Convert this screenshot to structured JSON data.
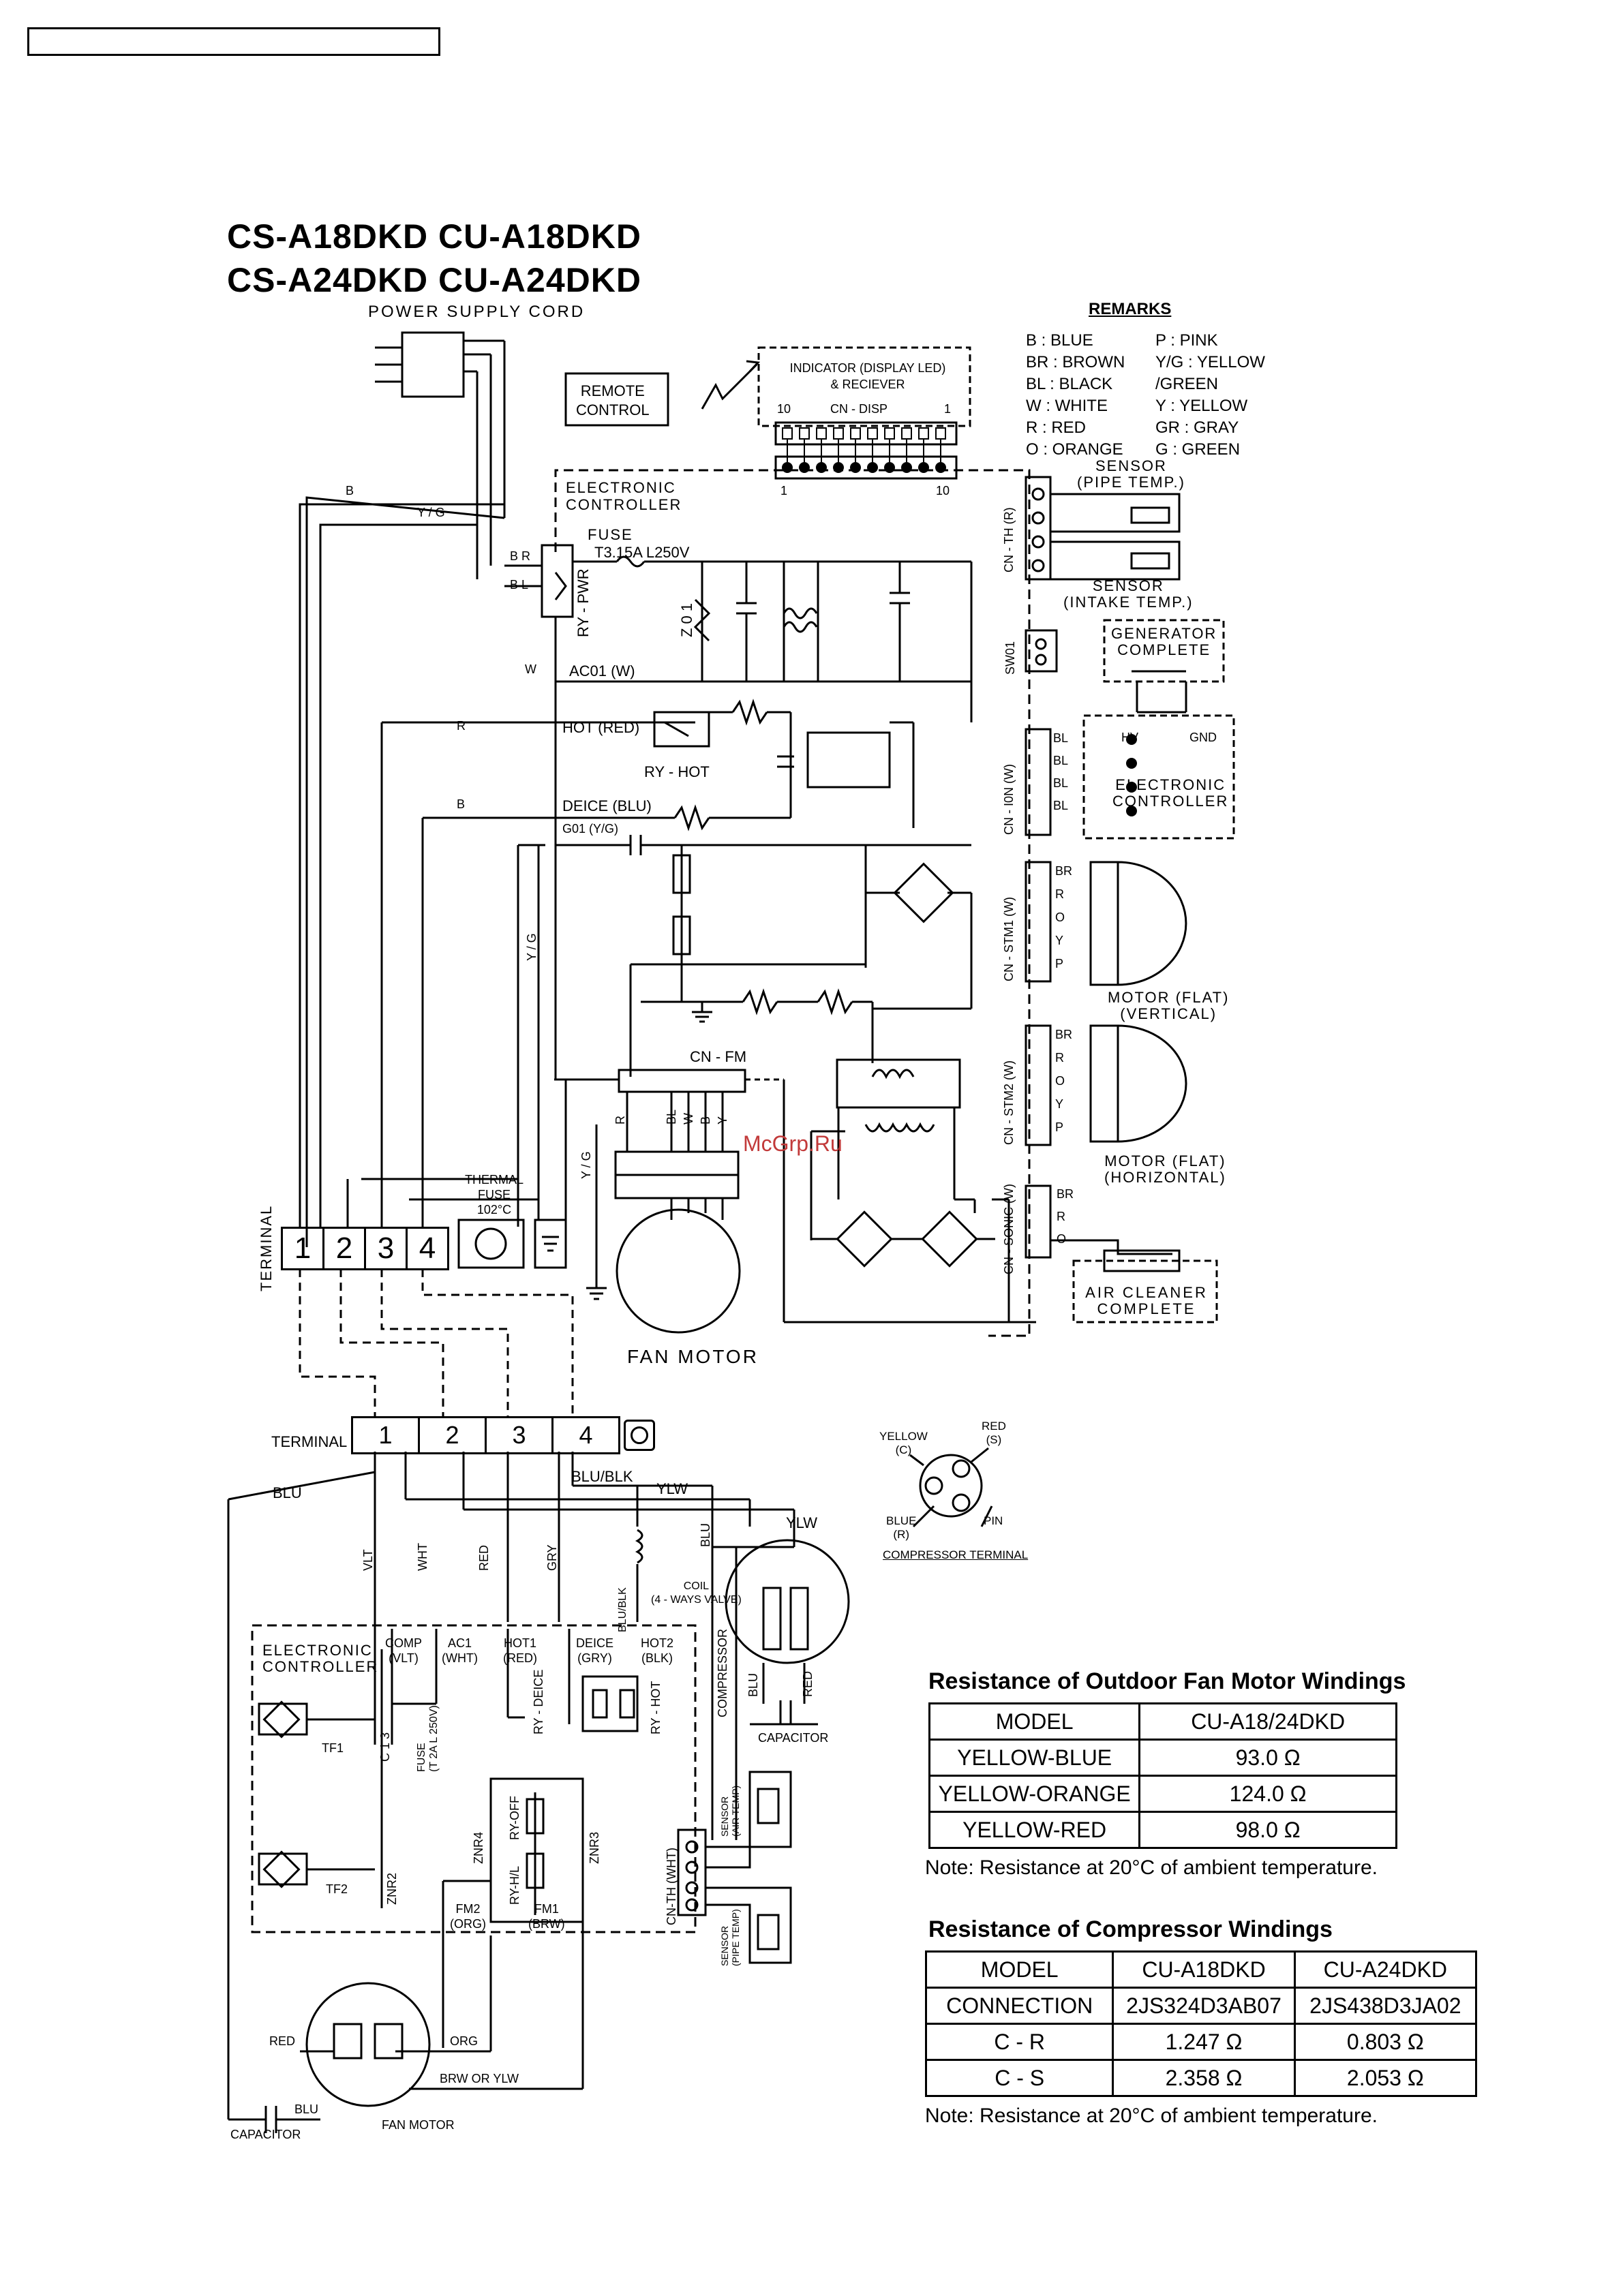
{
  "header": {
    "title_line1": "CS-A18DKD  CU-A18DKD",
    "title_line2": "CS-A24DKD  CU-A24DKD",
    "power_supply": "POWER  SUPPLY  CORD"
  },
  "remarks": {
    "title": "REMARKS",
    "left": [
      "B   : BLUE",
      "BR : BROWN",
      "BL  : BLACK",
      "W   : WHITE",
      "R    : RED",
      "O    : ORANGE"
    ],
    "right": [
      "P    : PINK",
      "Y/G : YELLOW",
      "       /GREEN",
      "Y    : YELLOW",
      "GR  : GRAY",
      "G    :  GREEN"
    ]
  },
  "indoor": {
    "remote_control": [
      "REMOTE",
      "CONTROL"
    ],
    "indicator": [
      "INDICATOR  (DISPLAY  LED)",
      "& RECIEVER"
    ],
    "cn_disp": "CN - DISP",
    "pin_10": "10",
    "pin_1": "1",
    "electronic_controller": [
      "ELECTRONIC",
      "CONTROLLER"
    ],
    "fuse": "FUSE",
    "fuse_rating": "T3.15A L250V",
    "ry_pwr": "RY - PWR",
    "z01": "Z 0 1",
    "ac01": "AC01  (W)",
    "hot_red": "HOT (RED)",
    "ry_hot": "RY - HOT",
    "deice_blu": "DEICE (BLU)",
    "g01": "G01 (Y/G)",
    "cn_fm": "CN - FM",
    "thermal_fuse": [
      "THERMAL",
      "FUSE",
      "102°C"
    ],
    "terminal": "TERMINAL",
    "fan_motor": "FAN  MOTOR",
    "wire_b": "B",
    "wire_yg": "Y / G",
    "wire_br": "B R",
    "wire_bl": "B L",
    "wire_w": "W",
    "wire_r": "R",
    "fm_wires": [
      "R",
      "BL",
      "W",
      "B",
      "Y"
    ],
    "sensor_pipe": [
      "SENSOR",
      "(PIPE  TEMP.)"
    ],
    "sensor_intake": [
      "SENSOR",
      "(INTAKE  TEMP.)"
    ],
    "cn_th": "CN - TH  (R)",
    "sw01": "SW01",
    "generator": [
      "GENERATOR",
      "COMPLETE"
    ],
    "cn_ion": "CN - I0N   (W)",
    "ion_wires": [
      "BL",
      "BL",
      "BL",
      "BL"
    ],
    "hv": "HV",
    "gnd": "GND",
    "ion_controller": [
      "ELECTRONIC",
      "CONTROLLER"
    ],
    "cn_stm1": "CN - STM1   (W)",
    "stm_wires": [
      "BR",
      "R",
      "O",
      "Y",
      "P"
    ],
    "motor_vertical": [
      "MOTOR  (FLAT)",
      "(VERTICAL)"
    ],
    "cn_stm2": "CN - STM2   (W)",
    "motor_horizontal": [
      "MOTOR  (FLAT)",
      "(HORIZONTAL)"
    ],
    "cn_sonic": "CN - SONIC   (W)",
    "sonic_wires": [
      "BR",
      "R",
      "O"
    ],
    "air_cleaner": [
      "AIR  CLEANER",
      "COMPLETE"
    ],
    "terminal_nums": [
      "1",
      "2",
      "3",
      "4"
    ],
    "watermark": "McGrp.Ru"
  },
  "outdoor": {
    "terminal": "TERMINAL",
    "terminal_nums": [
      "1",
      "2",
      "3",
      "4"
    ],
    "wires": {
      "blu": "BLU",
      "blu_blk": "BLU/BLK",
      "ylw": "YLW",
      "vlt": "VLT",
      "wht": "WHT",
      "red": "RED",
      "gry": "GRY"
    },
    "coil": [
      "COIL",
      "(4 - WAYS VALVE)"
    ],
    "electronic_controller": [
      "ELECTRONIC",
      "CONTROLLER"
    ],
    "comp": [
      "COMP",
      "(VLT)"
    ],
    "ac1": [
      "AC1",
      "(WHT)"
    ],
    "hot1": [
      "HOT1",
      "(RED)"
    ],
    "deice": [
      "DEICE",
      "(GRY)"
    ],
    "hot2": [
      "HOT2",
      "(BLK)"
    ],
    "fuse": [
      "FUSE",
      "(T 2A L 250V)"
    ],
    "c13": "C 1 3",
    "tf1": "TF1",
    "tf2": "TF2",
    "zn": [
      "ZNR4",
      "ZNR2",
      "ZNR3"
    ],
    "ry": [
      "RY - DEICE",
      "RY - HOT",
      "RY-OFF",
      "RY-H/L"
    ],
    "fm2": [
      "FM2",
      "(ORG)"
    ],
    "fm1": [
      "FM1",
      "(BRW)"
    ],
    "cn_th": "CN-TH (WHT)",
    "sensor_air": [
      "SENSOR",
      "(AIR TEMP)"
    ],
    "sensor_pipe": [
      "SENSOR",
      "(PIPE TEMP)"
    ],
    "compressor": "COMPRESSOR",
    "capacitor": "CAPACITOR",
    "fan_capacitor": "CAPACITOR",
    "fan_motor": "FAN MOTOR",
    "fan_wires": {
      "red": "RED",
      "blu": "BLU",
      "org": "ORG",
      "brw": "BRW OR YLW"
    },
    "comp_terminal": {
      "title": "COMPRESSOR TERMINAL",
      "yellow": [
        "YELLOW",
        "(C)"
      ],
      "red": [
        "RED",
        "(S)"
      ],
      "blue": [
        "BLUE",
        "(R)"
      ],
      "pin": "PIN"
    }
  },
  "fan_table": {
    "title": "Resistance of Outdoor Fan Motor Windings",
    "header": [
      "MODEL",
      "CU-A18/24DKD"
    ],
    "rows": [
      [
        "YELLOW-BLUE",
        "93.0 Ω"
      ],
      [
        "YELLOW-ORANGE",
        "124.0 Ω"
      ],
      [
        "YELLOW-RED",
        "98.0 Ω"
      ]
    ],
    "note": "Note: Resistance at 20°C of ambient temperature."
  },
  "comp_table": {
    "title": "Resistance of Compressor Windings",
    "header": [
      "MODEL",
      "CU-A18DKD",
      "CU-A24DKD"
    ],
    "rows": [
      [
        "CONNECTION",
        "2JS324D3AB07",
        "2JS438D3JA02"
      ],
      [
        "C - R",
        "1.247 Ω",
        "0.803 Ω"
      ],
      [
        "C - S",
        "2.358 Ω",
        "2.053 Ω"
      ]
    ],
    "note": "Note: Resistance at 20°C of ambient temperature."
  }
}
